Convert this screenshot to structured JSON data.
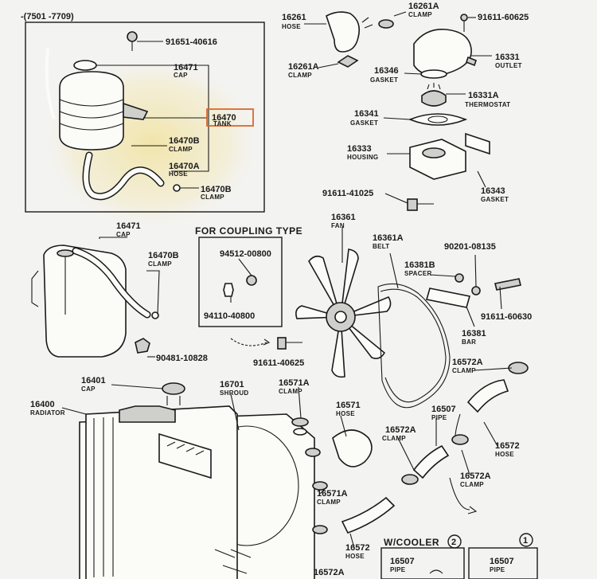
{
  "sheet_code": "-(7501 -7709)",
  "parts": [
    {
      "id": "p91651",
      "number": "91651-40616",
      "name": ""
    },
    {
      "id": "p16471a",
      "number": "16471",
      "name": "CAP"
    },
    {
      "id": "p16470",
      "number": "16470",
      "name": "TANK"
    },
    {
      "id": "p16470b_a",
      "number": "16470B",
      "name": "CLAMP"
    },
    {
      "id": "p16470a",
      "number": "16470A",
      "name": "HOSE"
    },
    {
      "id": "p16470b_b",
      "number": "16470B",
      "name": "CLAMP"
    },
    {
      "id": "p16261",
      "number": "16261",
      "name": "HOSE"
    },
    {
      "id": "p16261a_top",
      "number": "16261A",
      "name": "CLAMP"
    },
    {
      "id": "p91611_60625",
      "number": "91611-60625",
      "name": ""
    },
    {
      "id": "p16261a_mid",
      "number": "16261A",
      "name": "CLAMP"
    },
    {
      "id": "p16346",
      "number": "16346",
      "name": "GASKET"
    },
    {
      "id": "p16331",
      "number": "16331",
      "name": "OUTLET"
    },
    {
      "id": "p16331a",
      "number": "16331A",
      "name": "THERMOSTAT"
    },
    {
      "id": "p16341",
      "number": "16341",
      "name": "GASKET"
    },
    {
      "id": "p16333",
      "number": "16333",
      "name": "HOUSING"
    },
    {
      "id": "p91611_41025",
      "number": "91611-41025",
      "name": ""
    },
    {
      "id": "p16343",
      "number": "16343",
      "name": "GASKET"
    },
    {
      "id": "p16471b",
      "number": "16471",
      "name": "CAP"
    },
    {
      "id": "p16470b_c",
      "number": "16470B",
      "name": "CLAMP"
    },
    {
      "id": "p94512",
      "number": "94512-00800",
      "name": ""
    },
    {
      "id": "p94110",
      "number": "94110-40800",
      "name": ""
    },
    {
      "id": "p90481",
      "number": "90481-10828",
      "name": ""
    },
    {
      "id": "p91611_40625",
      "number": "91611-40625",
      "name": ""
    },
    {
      "id": "p16361",
      "number": "16361",
      "name": "FAN"
    },
    {
      "id": "p16361a",
      "number": "16361A",
      "name": "BELT"
    },
    {
      "id": "p90201",
      "number": "90201-08135",
      "name": ""
    },
    {
      "id": "p16381b",
      "number": "16381B",
      "name": "SPACER"
    },
    {
      "id": "p91611_60630",
      "number": "91611-60630",
      "name": ""
    },
    {
      "id": "p16381",
      "number": "16381",
      "name": "BAR"
    },
    {
      "id": "p16401",
      "number": "16401",
      "name": "CAP"
    },
    {
      "id": "p16400",
      "number": "16400",
      "name": "RADIATOR"
    },
    {
      "id": "p16701",
      "number": "16701",
      "name": "SHROUD"
    },
    {
      "id": "p16571a_a",
      "number": "16571A",
      "name": "CLAMP"
    },
    {
      "id": "p16571",
      "number": "16571",
      "name": "HOSE"
    },
    {
      "id": "p16572a_a",
      "number": "16572A",
      "name": "CLAMP"
    },
    {
      "id": "p16507",
      "number": "16507",
      "name": "PIPE"
    },
    {
      "id": "p16572a_b",
      "number": "16572A",
      "name": "CLAMP"
    },
    {
      "id": "p16572a_c",
      "number": "16572A",
      "name": "CLAMP"
    },
    {
      "id": "p16572_r",
      "number": "16572",
      "name": "HOSE"
    },
    {
      "id": "p16571a_b",
      "number": "16571A",
      "name": "CLAMP"
    },
    {
      "id": "p16572_b",
      "number": "16572",
      "name": "HOSE"
    },
    {
      "id": "p16572a_d",
      "number": "16572A",
      "name": ""
    },
    {
      "id": "p16507_c2",
      "number": "16507",
      "name": "PIPE"
    },
    {
      "id": "p16507_c1",
      "number": "16507",
      "name": "PIPE"
    }
  ],
  "coupling": {
    "title": "FOR COUPLING TYPE"
  },
  "cooler": {
    "title": "W/COOLER",
    "badge_2": "2",
    "badge_1": "1"
  },
  "colors": {
    "highlight": "#f3e7a8",
    "callout": "#d9682f",
    "ink": "#1a1a1a",
    "paper": "#f3f3f1"
  }
}
